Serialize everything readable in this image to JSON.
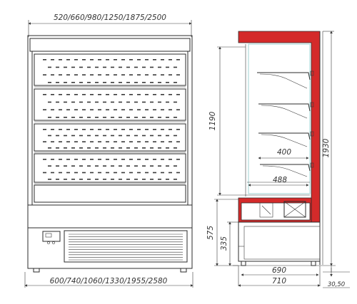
{
  "front_view": {
    "top_width_label": "520/660/980/1250/1875/2500",
    "bottom_width_label": "600/740/1060/1330/1955/2580"
  },
  "side_view": {
    "height_1190": "1190",
    "height_1930": "1930",
    "height_575": "575",
    "height_335": "335",
    "shelf_depth_400": "400",
    "shelf_depth_488": "488",
    "depth_690": "690",
    "depth_710": "710",
    "foot_label": "30,50"
  },
  "colors": {
    "insulation": "#d42a2a",
    "line": "#2b2b2b",
    "glass": "#9fd3d3"
  }
}
